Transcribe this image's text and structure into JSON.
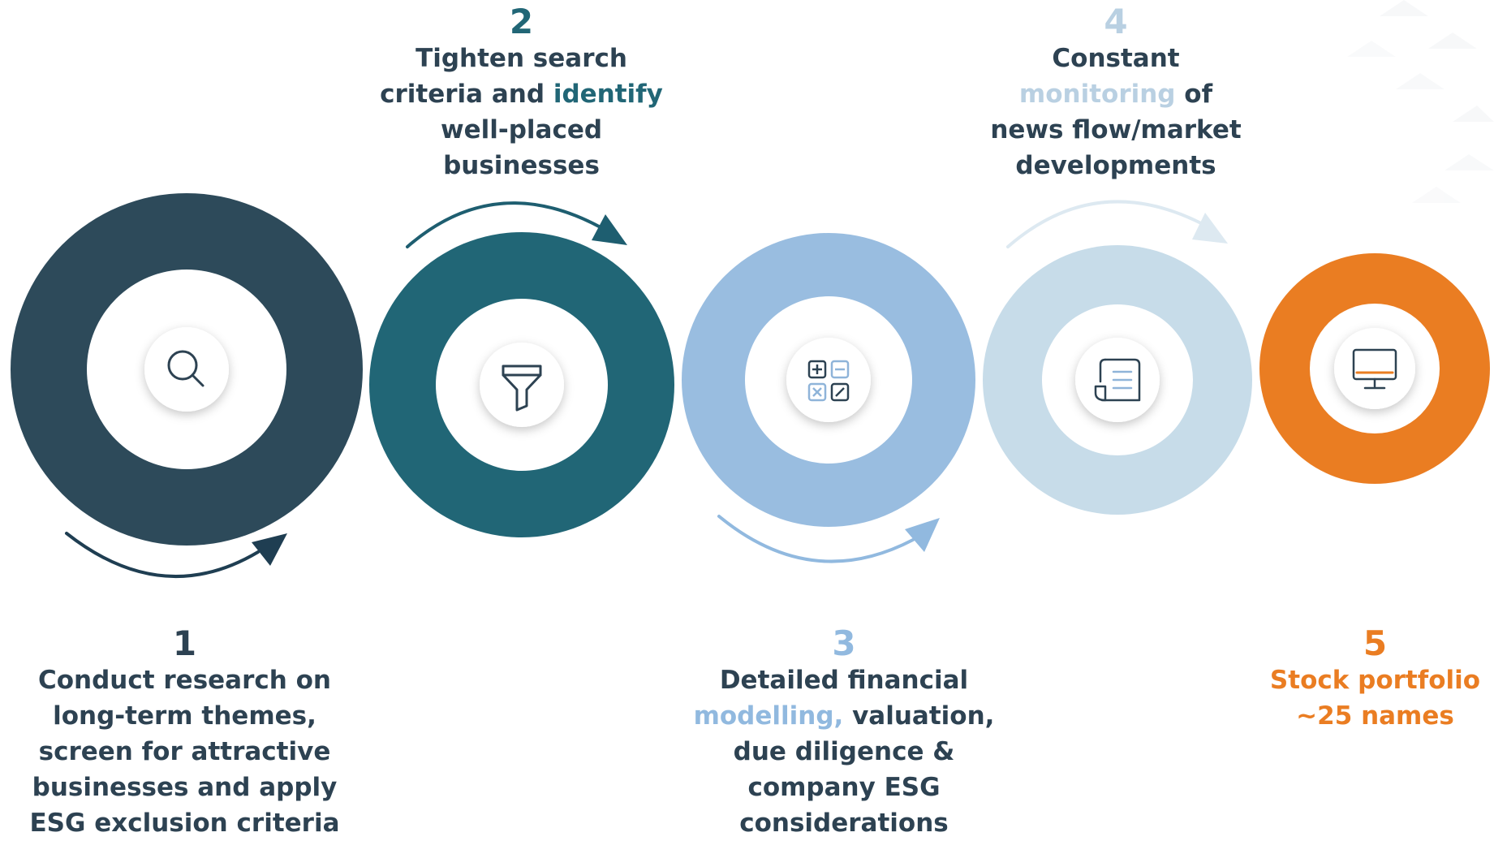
{
  "colors": {
    "step1": "#2d4a5a",
    "step2": "#216676",
    "step3": "#99bde0",
    "step4": "#c7dce9",
    "step5": "#ea7d22",
    "text_dark": "#2d4252"
  },
  "steps": [
    {
      "number": "1",
      "icon": "search-icon",
      "lines": [
        [
          {
            "t": "Conduct ",
            "e": false
          },
          {
            "t": "research",
            "e": true
          },
          {
            "t": " on",
            "e": false
          }
        ],
        [
          {
            "t": "long-term themes,",
            "e": false
          }
        ],
        [
          {
            "t": "screen",
            "e": true
          },
          {
            "t": " for attractive",
            "e": false
          }
        ],
        [
          {
            "t": "businesses and apply",
            "e": false
          }
        ],
        [
          {
            "t": "ESG exclusion criteria",
            "e": false
          }
        ]
      ]
    },
    {
      "number": "2",
      "icon": "filter-icon",
      "lines": [
        [
          {
            "t": "Tighten search",
            "e": false
          }
        ],
        [
          {
            "t": "criteria and ",
            "e": false
          },
          {
            "t": "identify",
            "e": true
          }
        ],
        [
          {
            "t": "well-placed",
            "e": false
          }
        ],
        [
          {
            "t": "businesses",
            "e": false
          }
        ]
      ]
    },
    {
      "number": "3",
      "icon": "calculator-icon",
      "lines": [
        [
          {
            "t": "Detailed financial",
            "e": false
          }
        ],
        [
          {
            "t": "modelling,",
            "e": true
          },
          {
            "t": " valuation,",
            "e": false
          }
        ],
        [
          {
            "t": "due diligence &",
            "e": false
          }
        ],
        [
          {
            "t": "company ESG",
            "e": false
          }
        ],
        [
          {
            "t": "considerations",
            "e": false
          }
        ]
      ]
    },
    {
      "number": "4",
      "icon": "document-icon",
      "lines": [
        [
          {
            "t": "Constant",
            "e": false
          }
        ],
        [
          {
            "t": "monitoring",
            "e": true
          },
          {
            "t": " of",
            "e": false
          }
        ],
        [
          {
            "t": "news flow/market",
            "e": false
          }
        ],
        [
          {
            "t": "developments",
            "e": false
          }
        ]
      ]
    },
    {
      "number": "5",
      "icon": "monitor-icon",
      "lines": [
        [
          {
            "t": "Stock portfolio",
            "e": true
          }
        ],
        [
          {
            "t": "~25 names",
            "e": true
          }
        ]
      ]
    }
  ]
}
